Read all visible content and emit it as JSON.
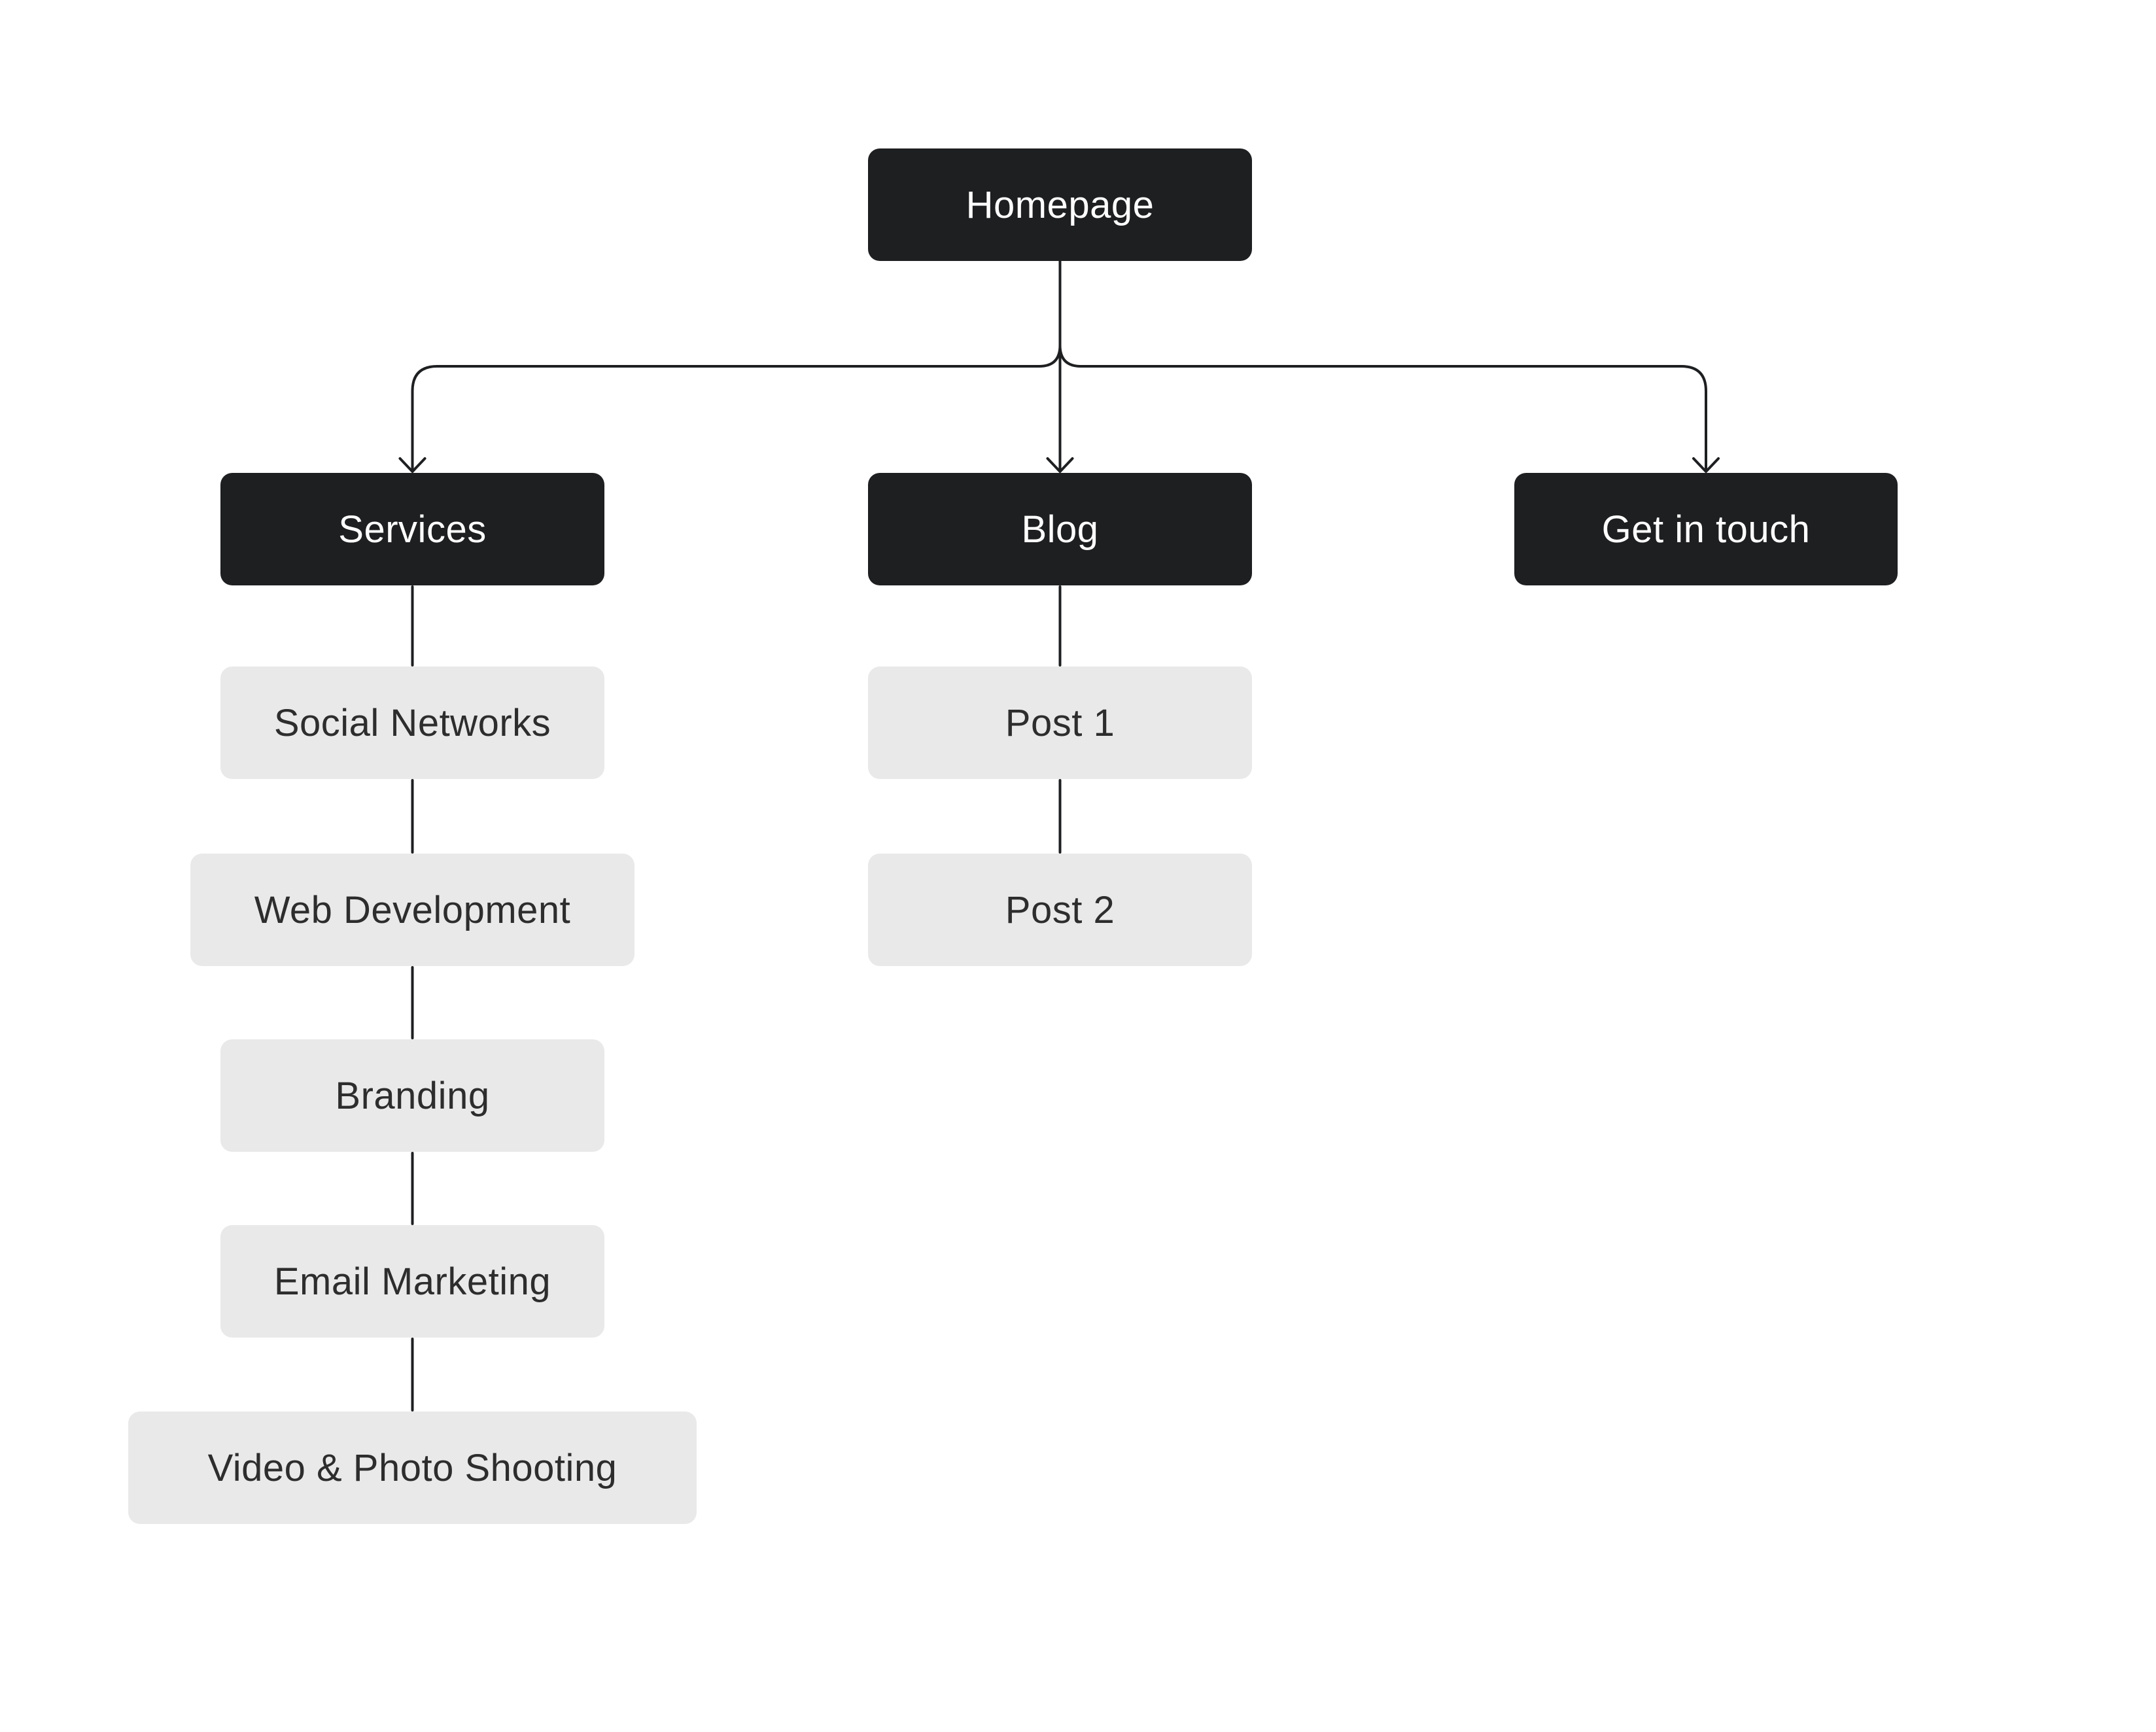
{
  "diagram_type": "sitemap-flowchart",
  "nodes": {
    "homepage": {
      "label": "Homepage",
      "level": "primary"
    },
    "services": {
      "label": "Services",
      "level": "primary"
    },
    "blog": {
      "label": "Blog",
      "level": "primary"
    },
    "get_in_touch": {
      "label": "Get in touch",
      "level": "primary"
    },
    "social_networks": {
      "label": "Social Networks",
      "level": "secondary"
    },
    "web_development": {
      "label": "Web Development",
      "level": "secondary"
    },
    "branding": {
      "label": "Branding",
      "level": "secondary"
    },
    "email_marketing": {
      "label": "Email Marketing",
      "level": "secondary"
    },
    "video_photo": {
      "label": "Video & Photo Shooting",
      "level": "secondary"
    },
    "post_1": {
      "label": "Post 1",
      "level": "secondary"
    },
    "post_2": {
      "label": "Post 2",
      "level": "secondary"
    }
  },
  "edges": [
    {
      "from": "homepage",
      "to": "services",
      "arrow": true
    },
    {
      "from": "homepage",
      "to": "blog",
      "arrow": true
    },
    {
      "from": "homepage",
      "to": "get_in_touch",
      "arrow": true
    },
    {
      "from": "services",
      "to": "social_networks",
      "arrow": false
    },
    {
      "from": "social_networks",
      "to": "web_development",
      "arrow": false
    },
    {
      "from": "web_development",
      "to": "branding",
      "arrow": false
    },
    {
      "from": "branding",
      "to": "email_marketing",
      "arrow": false
    },
    {
      "from": "email_marketing",
      "to": "video_photo",
      "arrow": false
    },
    {
      "from": "blog",
      "to": "post_1",
      "arrow": false
    },
    {
      "from": "post_1",
      "to": "post_2",
      "arrow": false
    }
  ],
  "colors": {
    "background": "#ffffff",
    "primary_node_bg": "#1e1f21",
    "primary_node_text": "#ffffff",
    "secondary_node_bg": "#e9e9e9",
    "secondary_node_text": "#2d2d2d",
    "connector": "#1e1f21"
  }
}
